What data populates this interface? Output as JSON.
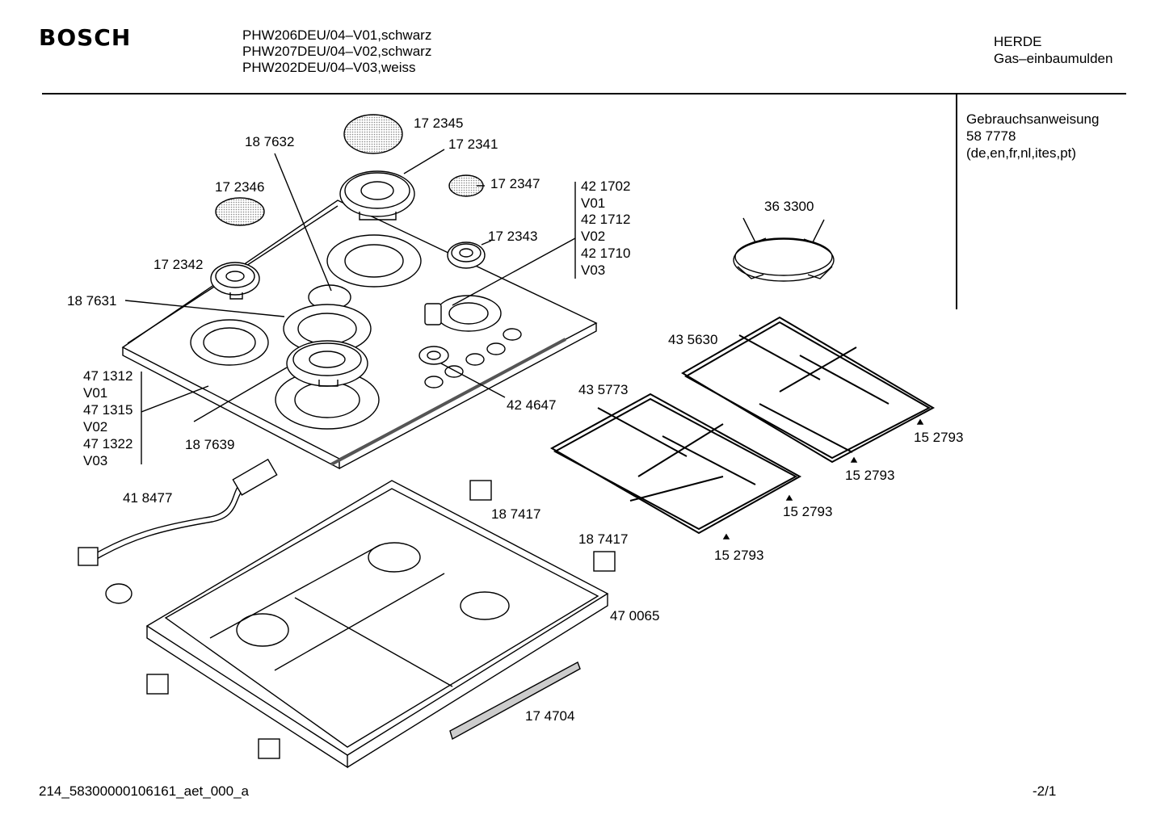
{
  "header": {
    "brand": "BOSCH",
    "models": [
      "PHW206DEU/04–V01,schwarz",
      "PHW207DEU/04–V02,schwarz",
      "PHW202DEU/04–V03,weiss"
    ],
    "category": "HERDE",
    "subcategory": "Gas–einbaumulden"
  },
  "side_note": {
    "title": "Gebrauchsanweisung",
    "number": "58 7778",
    "languages": "(de,en,fr,nl,ites,pt)"
  },
  "parts": {
    "p172345": "17 2345",
    "p172341": "17 2341",
    "p187632": "18 7632",
    "p172346": "17 2346",
    "p172347": "17 2347",
    "p172343": "17 2343",
    "p172342": "17 2342",
    "p187631": "18 7631",
    "p424647": "42 4647",
    "p187639": "18 7639",
    "p363300": "36 3300",
    "p435630": "43 5630",
    "p435773": "43 5773",
    "p152793": "15 2793",
    "p418477": "41 8477",
    "p187417": "18 7417",
    "p470065": "47 0065",
    "p174704": "17 4704",
    "group_421": [
      "42 1702",
      "V01",
      "42 1712",
      "V02",
      "42 1710",
      "V03"
    ],
    "group_471": [
      "47 1312",
      "V01",
      "47 1315",
      "V02",
      "47 1322",
      "V03"
    ]
  },
  "footer": {
    "doc_id": "214_58300000106161_aet_000_a",
    "page": "-2/1"
  }
}
